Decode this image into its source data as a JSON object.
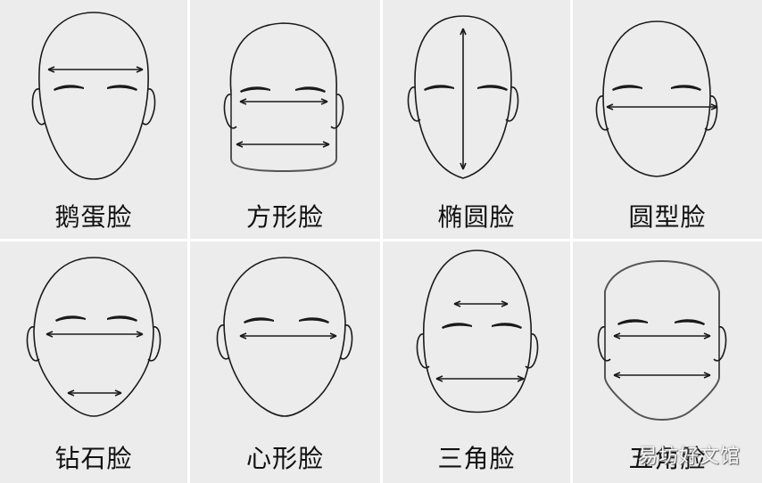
{
  "face_shapes": [
    {
      "label": "鹅蛋脸"
    },
    {
      "label": "方形脸"
    },
    {
      "label": "椭圆脸"
    },
    {
      "label": "圆型脸"
    },
    {
      "label": "钻石脸"
    },
    {
      "label": "心形脸"
    },
    {
      "label": "三角脸"
    },
    {
      "label": "五角脸"
    }
  ],
  "watermark": "易坊好文馆",
  "colors": {
    "cell_bg": "#ececec",
    "divider": "#ffffff",
    "outline": "#1a1a1a",
    "highlight_outline": "#555555",
    "label": "#111111"
  }
}
